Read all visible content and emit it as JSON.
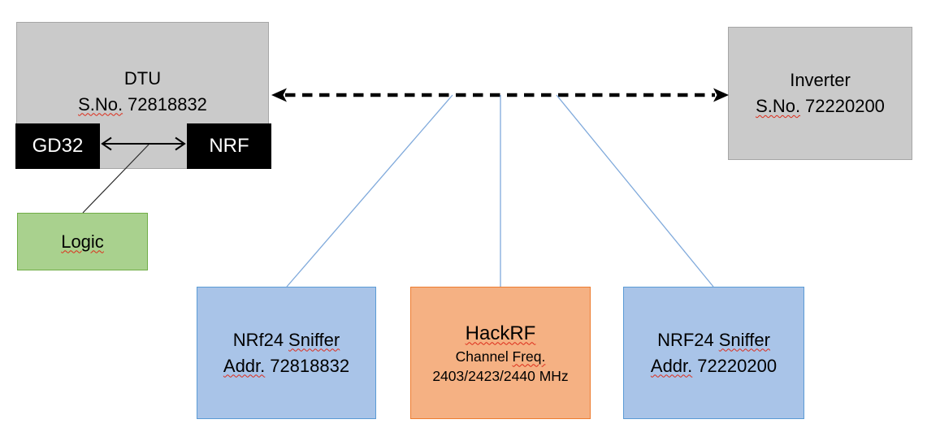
{
  "colors": {
    "gray_fill": "#CACACA",
    "gray_border": "#A6A6A6",
    "black_fill": "#000000",
    "green_fill": "#A9D18E",
    "green_border": "#70AD47",
    "blue_fill": "#A9C4E8",
    "blue_border": "#5B9BD5",
    "orange_fill": "#F5B183",
    "orange_border": "#ED7D31",
    "connector_blue": "#7FA9DB",
    "squiggle_red": "#DD2C1A"
  },
  "dtu": {
    "title": "DTU",
    "serial_label": "S.No.",
    "serial_number": "72818832",
    "gd32_label": "GD32",
    "nrf_label": "NRF"
  },
  "logic": {
    "label": "Logic"
  },
  "inverter": {
    "title": "Inverter",
    "serial_label": "S.No.",
    "serial_number": "72220200"
  },
  "sniffer_left": {
    "name_prefix": "NRf24",
    "name_word": "Sniffer",
    "addr_label": "Addr.",
    "addr_number": "72818832"
  },
  "hackrf": {
    "title": "HackRF",
    "channel_word": "Channel",
    "freq_word": "Freq.",
    "frequencies": "2403/2423/2440 MHz"
  },
  "sniffer_right": {
    "name_prefix": "NRF24",
    "name_word": "Sniffer",
    "addr_label": "Addr.",
    "addr_number": "72220200"
  }
}
